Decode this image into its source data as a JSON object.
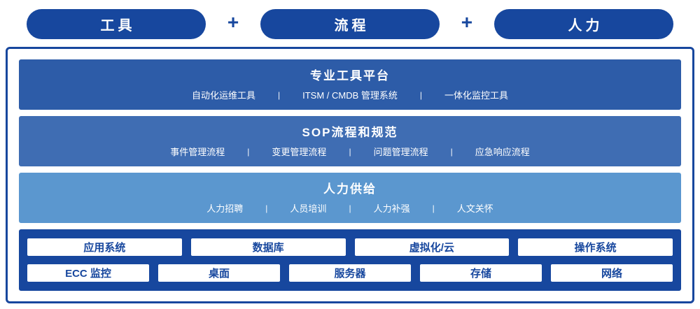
{
  "plus": "+",
  "separator": "|",
  "top_pills": [
    {
      "label": "工具"
    },
    {
      "label": "流程"
    },
    {
      "label": "人力"
    }
  ],
  "bands": [
    {
      "title": "专业工具平台",
      "items": [
        "自动化运维工具",
        "ITSM / CMDB 管理系统",
        "一体化监控工具"
      ]
    },
    {
      "title": "SOP流程和规范",
      "items": [
        "事件管理流程",
        "变更管理流程",
        "问题管理流程",
        "应急响应流程"
      ]
    },
    {
      "title": "人力供给",
      "items": [
        "人力招聘",
        "人员培训",
        "人力补强",
        "人文关怀"
      ]
    }
  ],
  "infrastructure": {
    "row1": [
      "应用系统",
      "数据库",
      "虚拟化/云",
      "操作系统"
    ],
    "row2": [
      "ECC 监控",
      "桌面",
      "服务器",
      "存储",
      "网络"
    ]
  },
  "colors": {
    "navy": "#17479e",
    "band1_blue": "#2d5ca8",
    "band2_blue": "#3f6db3",
    "band3_blue": "#5b97cf",
    "text_white": "#ffffff"
  }
}
